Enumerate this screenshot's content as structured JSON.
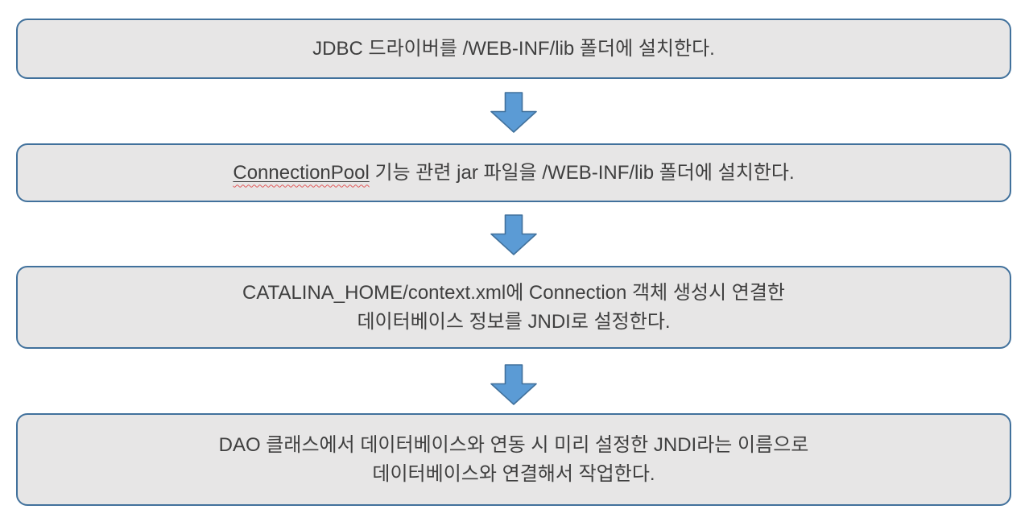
{
  "diagram": {
    "title_semantics": "JNDI DataSource setup flowchart",
    "steps": {
      "step1": {
        "text": "JDBC 드라이버를 /WEB-INF/lib 폴더에 설치한다."
      },
      "step2": {
        "spellcheck_word": "ConnectionPool",
        "rest": " 기능 관련 jar 파일을 /WEB-INF/lib 폴더에 설치한다."
      },
      "step3": {
        "line1": "CATALINA_HOME/context.xml에 Connection 객체 생성시 연결한",
        "line2": "데이터베이스 정보를 JNDI로 설정한다."
      },
      "step4": {
        "line1": "DAO 클래스에서 데이터베이스와 연동 시 미리 설정한 JNDI라는 이름으로",
        "line2": "데이터베이스와 연결해서 작업한다."
      }
    },
    "colors": {
      "box_fill": "#e7e6e6",
      "box_border": "#41719c",
      "arrow_fill": "#5b9bd5",
      "arrow_border": "#41719c",
      "text": "#3f3f3f",
      "spellcheck_underline": "#e05a5a",
      "background": "#ffffff"
    }
  }
}
